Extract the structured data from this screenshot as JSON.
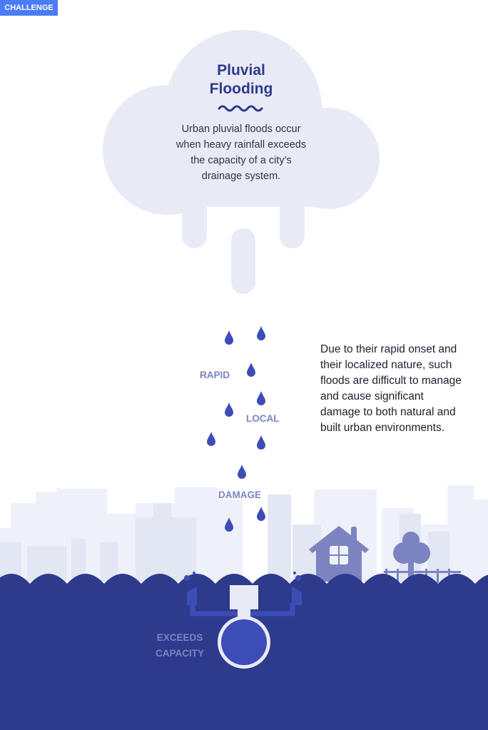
{
  "badge": "CHALLENGE",
  "cloud": {
    "title_line1": "Pluvial",
    "title_line2": "Flooding",
    "body": [
      "Urban pluvial floods occur",
      "when heavy rainfall exceeds",
      "the capacity of a city’s",
      "drainage system."
    ]
  },
  "labels": {
    "rapid": "RAPID",
    "local": "LOCAL",
    "damage": "DAMAGE",
    "exceeds": "EXCEEDS",
    "capacity": "CAPACITY"
  },
  "side_text": "Due to their rapid onset and their localized nature, such floods are difficult to manage and cause significant damage to both natural and built urban environments.",
  "colors": {
    "navy": "#2e3a8c",
    "drop": "#3d4db7",
    "cloud": "#e8eaf6",
    "accent": "#4a7cf6",
    "muted": "#7b83c0"
  }
}
